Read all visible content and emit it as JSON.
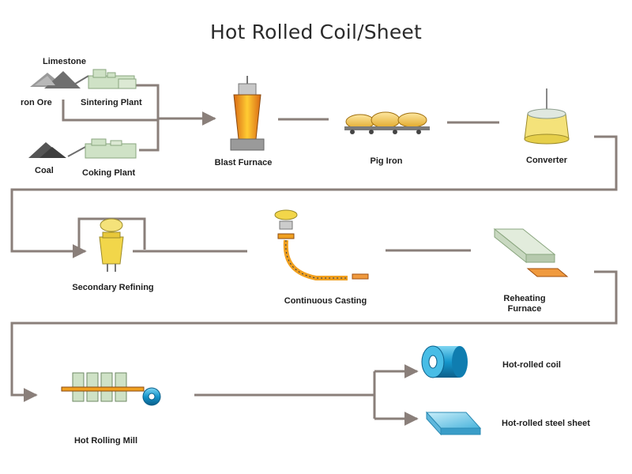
{
  "title": "Hot Rolled Coil/Sheet",
  "labels": {
    "limestone": "Limestone",
    "iron_ore": "ron Ore",
    "sintering_plant": "Sintering Plant",
    "coal": "Coal",
    "coking_plant": "Coking Plant",
    "blast_furnace": "Blast Furnace",
    "pig_iron": "Pig Iron",
    "converter": "Converter",
    "secondary_refining": "Secondary Refining",
    "continuous_casting": "Continuous Casting",
    "reheating_furnace_line1": "Reheating",
    "reheating_furnace_line2": "Furnace",
    "hot_rolling_mill": "Hot Rolling Mill",
    "hot_rolled_coil": "Hot-rolled coil",
    "hot_rolled_steel_sheet": "Hot-rolled steel sheet"
  },
  "colors": {
    "connector": "#8a7f7a",
    "plant": "#c9dcc0",
    "molten": "#f0a020",
    "yellow": "#f2d64a",
    "coil": "#1fa7d6",
    "sheet": "#8fd3ec",
    "slab": "#f09a3e"
  }
}
